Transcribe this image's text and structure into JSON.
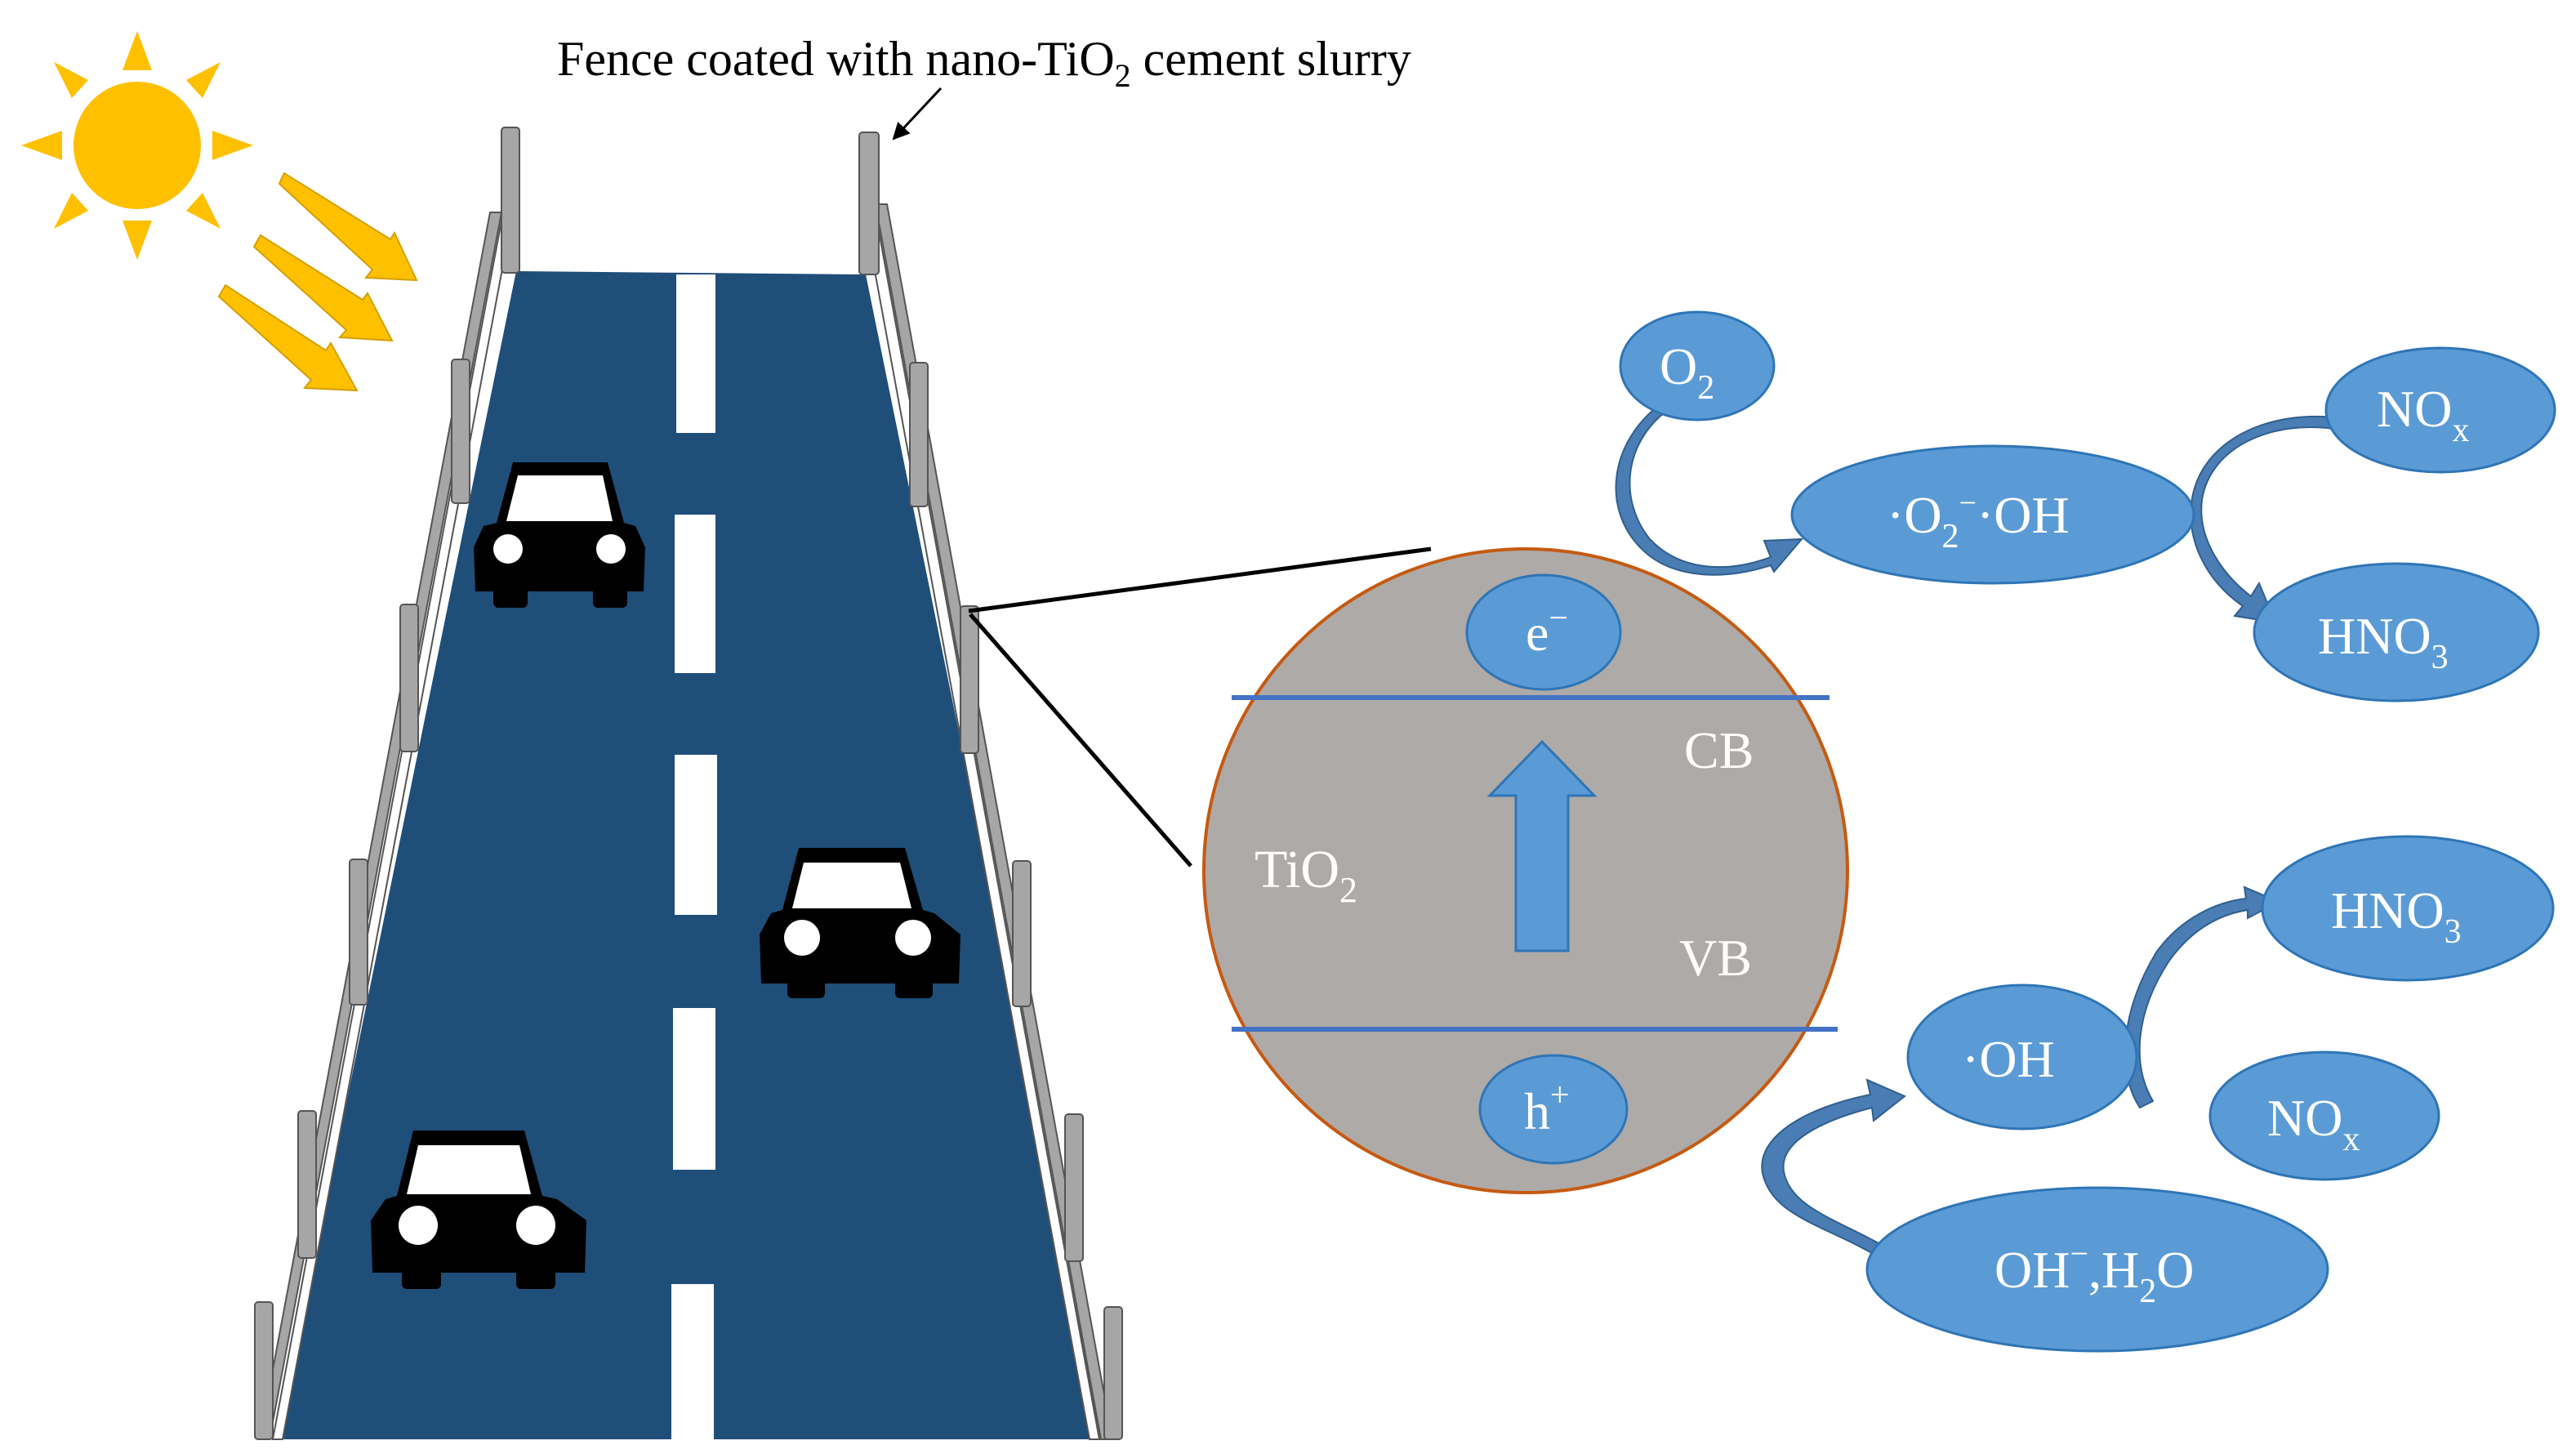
{
  "caption": {
    "prefix": "Fence coated with nano-TiO",
    "sub": "2",
    "suffix": " cement slurry"
  },
  "particle": {
    "material": "TiO",
    "material_sub": "2",
    "cb": "CB",
    "vb": "VB",
    "electron": "e",
    "electron_sup": "−",
    "hole": "h",
    "hole_sup": "+"
  },
  "species": {
    "o2": {
      "main": "O",
      "sub": "2"
    },
    "superoxide": {
      "a": "·O",
      "sub": "2",
      "sup": "−",
      "b": "·OH"
    },
    "nox_top": {
      "main": "NO",
      "sub": "x"
    },
    "hno3_top": {
      "main": "HNO",
      "sub": "3"
    },
    "oh_radical": {
      "main": "·OH"
    },
    "hno3_bottom": {
      "main": "HNO",
      "sub": "3"
    },
    "nox_bottom": {
      "main": "NO",
      "sub": "x"
    },
    "oh_water": {
      "a": "OH",
      "sup": "−",
      "b": ",H",
      "sub": "2",
      "c": "O"
    }
  },
  "colors": {
    "sun": "#FFC000",
    "road": "#1F4E79",
    "lane_marking": "#FFFFFF",
    "fence_post": "#A6A6A6",
    "particle_fill": "#AEAAA7",
    "particle_outline": "#C55A11",
    "band_line": "#4472C4",
    "bubble": "#5B9BD5",
    "bubble_edge": "#2E75B6",
    "arrow": "#4A7DB3",
    "car": "#000000"
  }
}
